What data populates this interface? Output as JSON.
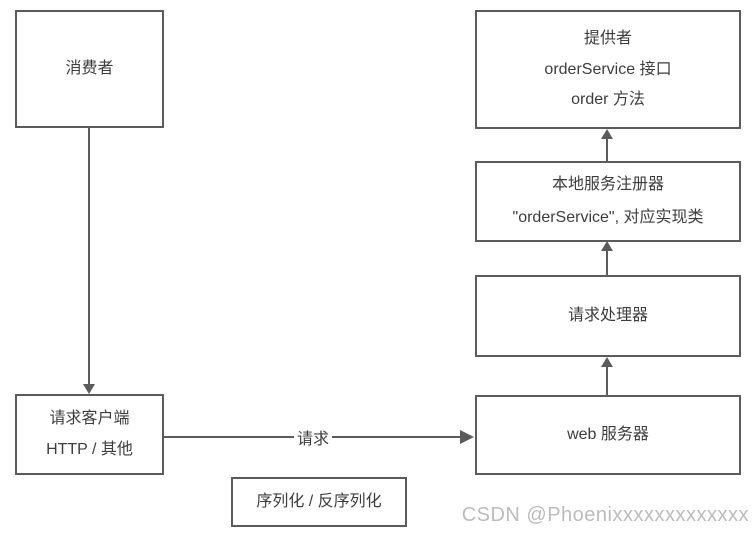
{
  "diagram": {
    "nodes": {
      "consumer": {
        "lines": [
          "消费者"
        ]
      },
      "provider": {
        "lines": [
          "提供者",
          "orderService 接口",
          "order 方法"
        ]
      },
      "local_registry": {
        "lines": [
          "本地服务注册器",
          "\"orderService\", 对应实现类"
        ]
      },
      "request_handler": {
        "lines": [
          "请求处理器"
        ]
      },
      "web_server": {
        "lines": [
          "web 服务器"
        ]
      },
      "request_client": {
        "lines": [
          "请求客户端",
          "HTTP / 其他"
        ]
      },
      "serialization": {
        "lines": [
          "序列化 / 反序列化"
        ]
      }
    },
    "edges": {
      "request_label": "请求"
    },
    "colors": {
      "border": "#5b5b5b",
      "text": "#3d3d3d",
      "arrow": "#5b5b5b",
      "watermark": "#bcbcbc",
      "background": "#ffffff"
    }
  },
  "watermark": {
    "text": "CSDN @Phoenixxxxxxxxxxxxx"
  }
}
